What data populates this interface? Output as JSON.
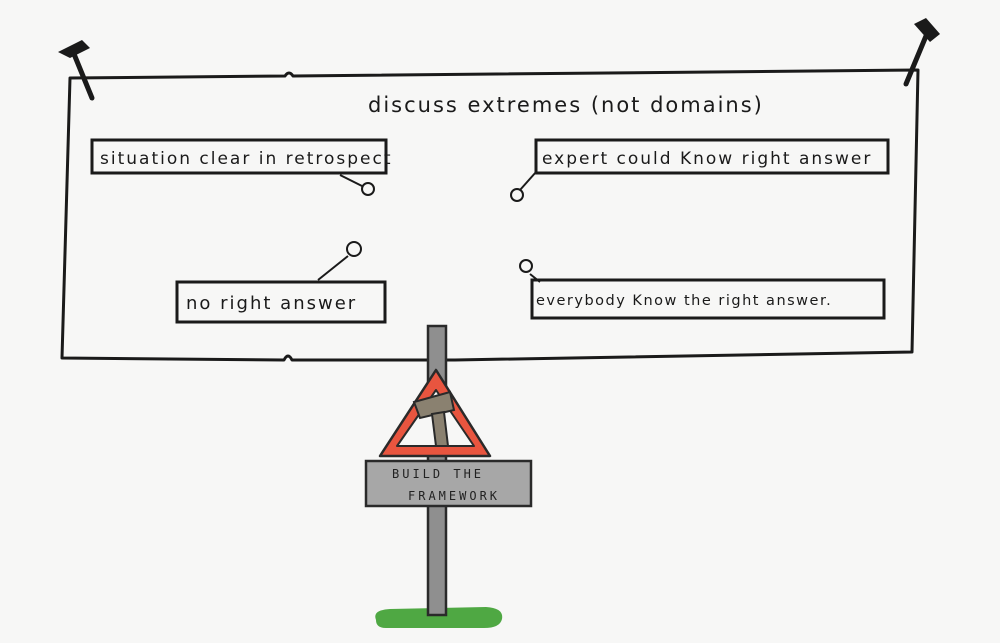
{
  "board": {
    "title": "discuss extremes (not domains)",
    "notes": [
      "situation clear in retrospect",
      "expert could Know right answer",
      "no right answer",
      "everybody Know the right answer."
    ]
  },
  "signpost": {
    "line1": "BUILD THE",
    "line2": "FRAMEWORK",
    "icon": "hammer-icon"
  },
  "colors": {
    "ink": "#1a1a1a",
    "triangle": "#e8553f",
    "sign_plate": "#a7a7a7",
    "post": "#8f8f8f",
    "hammer": "#8a8170",
    "grass": "#4fa843"
  }
}
